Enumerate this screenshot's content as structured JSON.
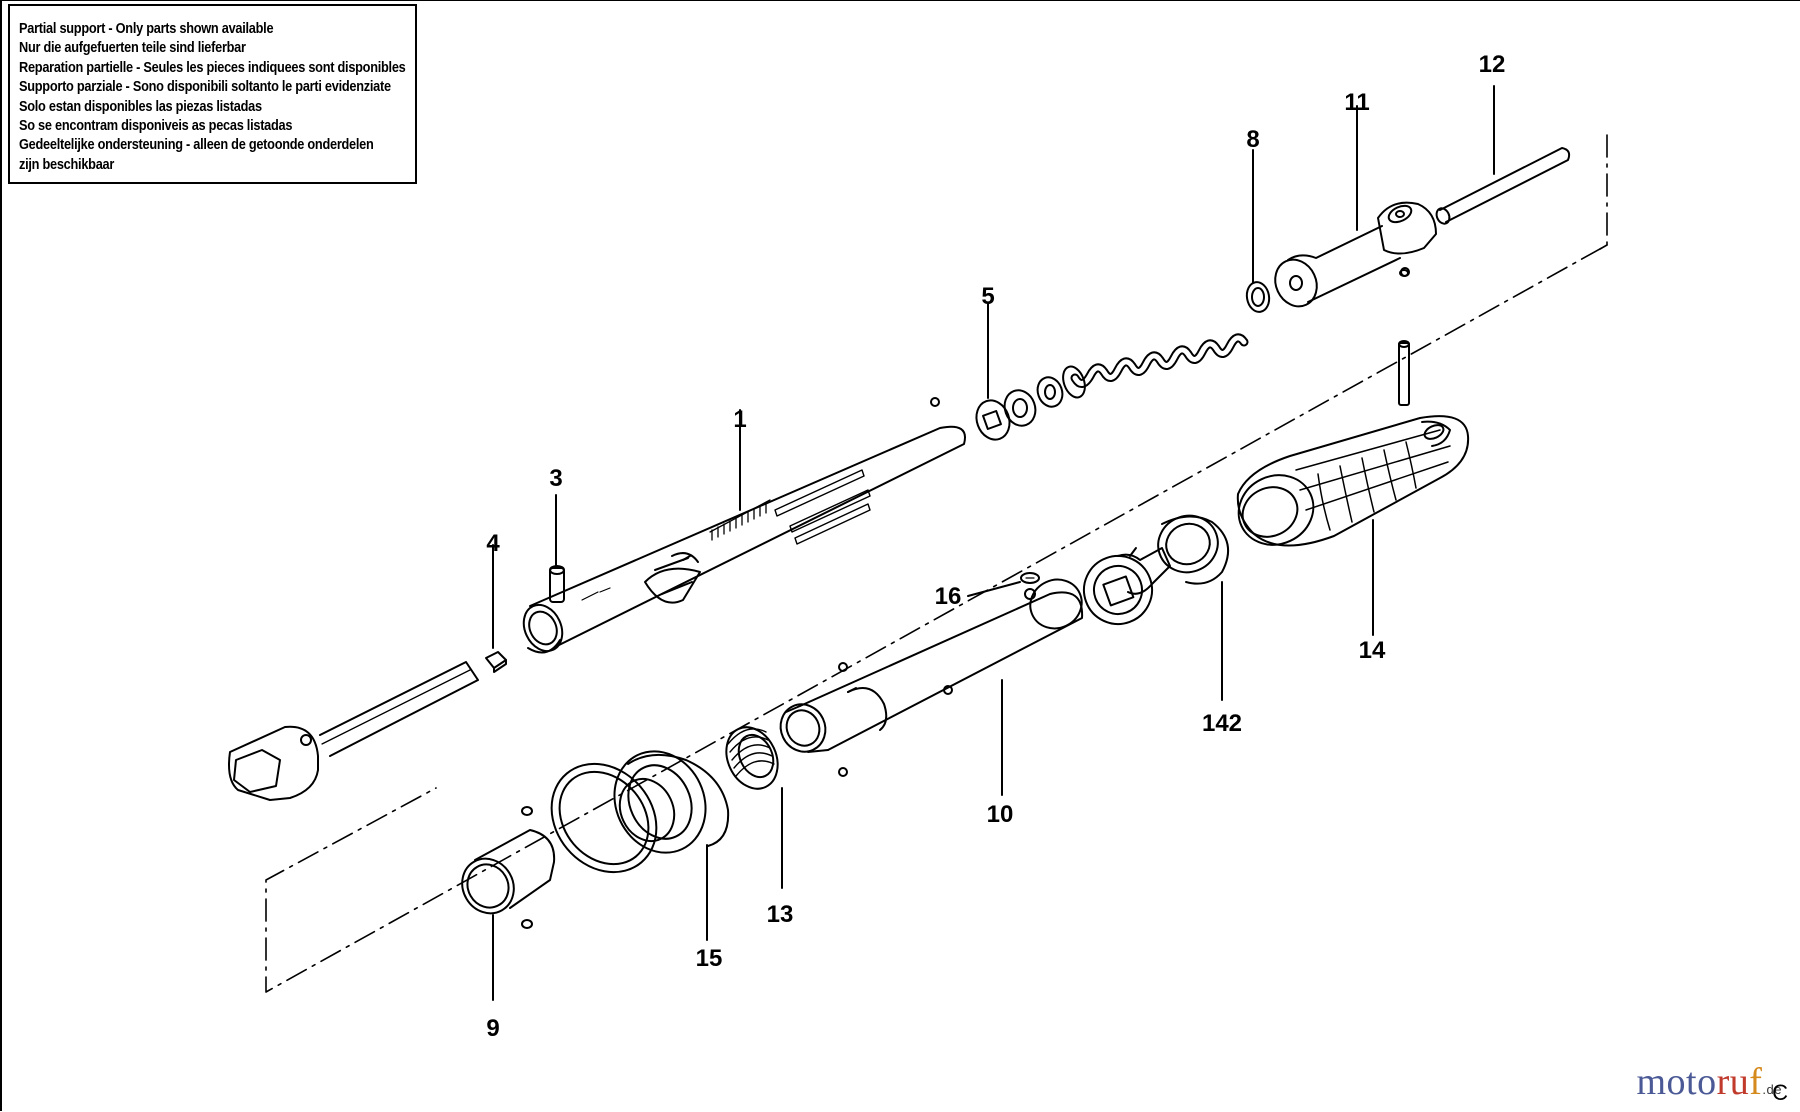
{
  "notice": {
    "lines": [
      "Partial support - Only parts shown available",
      "Nur die aufgefuerten teile sind lieferbar",
      "Reparation partielle - Seules les pieces indiquees sont disponibles",
      "Supporto parziale - Sono disponibili soltanto le parti evidenziate",
      "Solo estan disponibles las piezas listadas",
      "So se encontram disponiveis as pecas listadas",
      "Gedeeltelijke ondersteuning - alleen de getoonde onderdelen",
      "zijn beschikbaar"
    ]
  },
  "parts": {
    "p1": "1",
    "p3": "3",
    "p4": "4",
    "p5": "5",
    "p8": "8",
    "p9": "9",
    "p10": "10",
    "p11": "11",
    "p12": "12",
    "p13": "13",
    "p14": "14",
    "p15": "15",
    "p16": "16",
    "p142": "142"
  },
  "watermark": {
    "part_a": "moto",
    "part_b": "ru",
    "part_c": "f",
    "suffix": ".de"
  },
  "corner_letter": "C",
  "colors": {
    "line": "#000000",
    "wm_blue": "#4b5a96",
    "wm_red": "#c13b2d",
    "wm_orange": "#d58a1e"
  }
}
